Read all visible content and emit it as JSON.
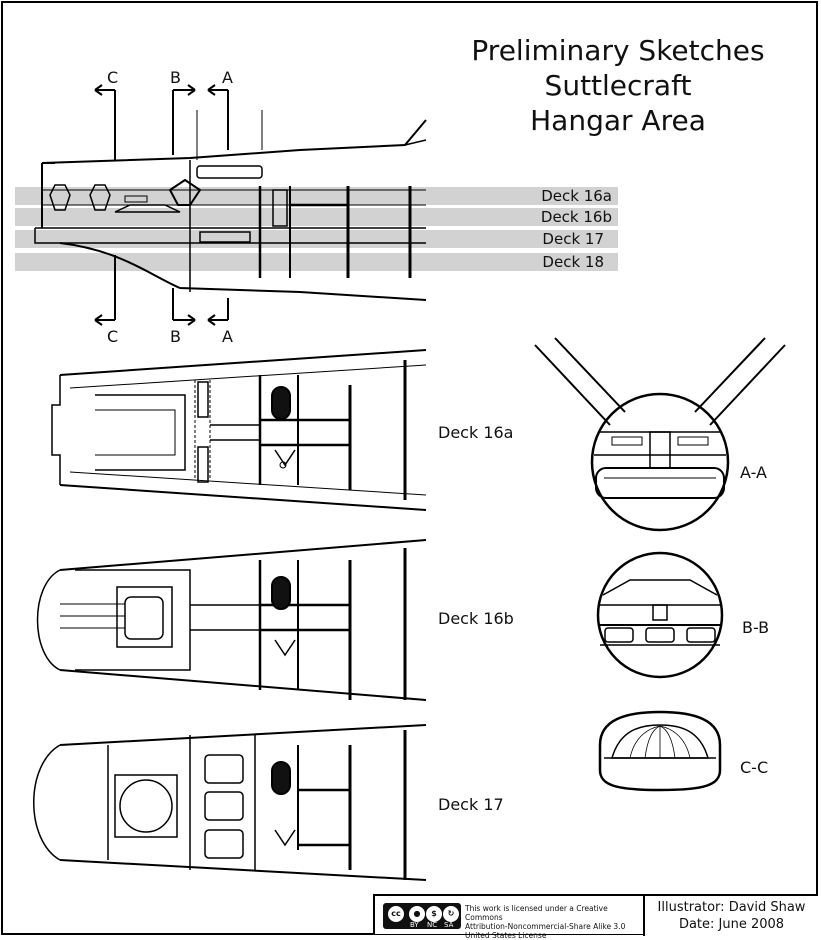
{
  "title": {
    "line1": "Preliminary Sketches",
    "line2": "Suttlecraft",
    "line3": "Hangar Area"
  },
  "cut_labels_top": [
    "C",
    "B",
    "A"
  ],
  "cut_labels_bottom": [
    "C",
    "B",
    "A"
  ],
  "side_profile_decks": [
    "Deck 16a",
    "Deck 16b",
    "Deck 17",
    "Deck 18"
  ],
  "plan_views": [
    "Deck 16a",
    "Deck 16b",
    "Deck 17"
  ],
  "sections": [
    "A-A",
    "B-B",
    "C-C"
  ],
  "license": {
    "line1": "This work is licensed under a Creative Commons",
    "line2": "Attribution-Noncommercial-Share Alike 3.0",
    "line3": "United States License",
    "badge_cc": "cc",
    "badge_by": "BY",
    "badge_nc": "NC",
    "badge_sa": "SA"
  },
  "credits": {
    "illustrator": "Illustrator: David Shaw",
    "date": "Date: June 2008"
  }
}
